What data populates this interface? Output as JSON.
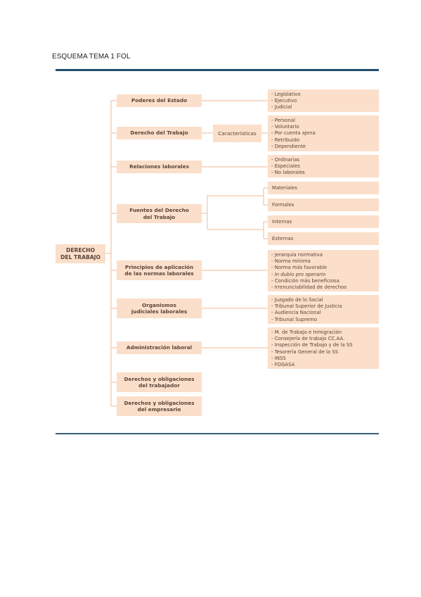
{
  "header": {
    "title": "ESQUEMA TEMA 1 FOL"
  },
  "diagram": {
    "root": "DERECHO\nDEL TRABAJO",
    "branches": {
      "poderes": "Poderes del Estado",
      "derecho": "Derecho del Trabajo",
      "relaciones": "Relaciones laborales",
      "fuentes": "Fuentes del Derecho\ndel Trabajo",
      "principios": "Principios de aplicación\nde las normas laborales",
      "organismos": "Organismos\njudiciales laborales",
      "administracion": "Administración laboral",
      "obl_trabajador": "Derechos y obligaciones\ndel trabajador",
      "obl_empresario": "Derechos y obligaciones\ndel empresario"
    },
    "caracteristicas": "Características",
    "lists": {
      "poderes": [
        "Legislativo",
        "Ejecutivo",
        "Judicial"
      ],
      "derecho": [
        "Personal",
        "Voluntario",
        "Por cuenta ajena",
        "Retribuido",
        "Dependiente"
      ],
      "relaciones": [
        "Ordinarias",
        "Especiales",
        "No laborales"
      ],
      "principios": [
        "Jerarquía normativa",
        "Norma mínima",
        "Norma más favorable",
        "In dubio pro operario",
        "Condición más beneficiosa",
        "Irrenunciabilidad de derechos"
      ],
      "organismos": [
        "Juzgado de lo Social",
        "Tribunal Superior de Justicia",
        "Audiencia Nacional",
        "Tribunal Supremo"
      ],
      "administracion": [
        "M. de Trabajo e Inmigración",
        "Consejería de trabajo CC.AA.",
        "Inspección de Trabajo y de la SS",
        "Tesorería General de la SS",
        "INSS",
        "FOGASA"
      ]
    },
    "fuentes_items": {
      "materiales": "Materiales",
      "formales": "Formales",
      "internas": "Internas",
      "externas": "Externas"
    }
  }
}
